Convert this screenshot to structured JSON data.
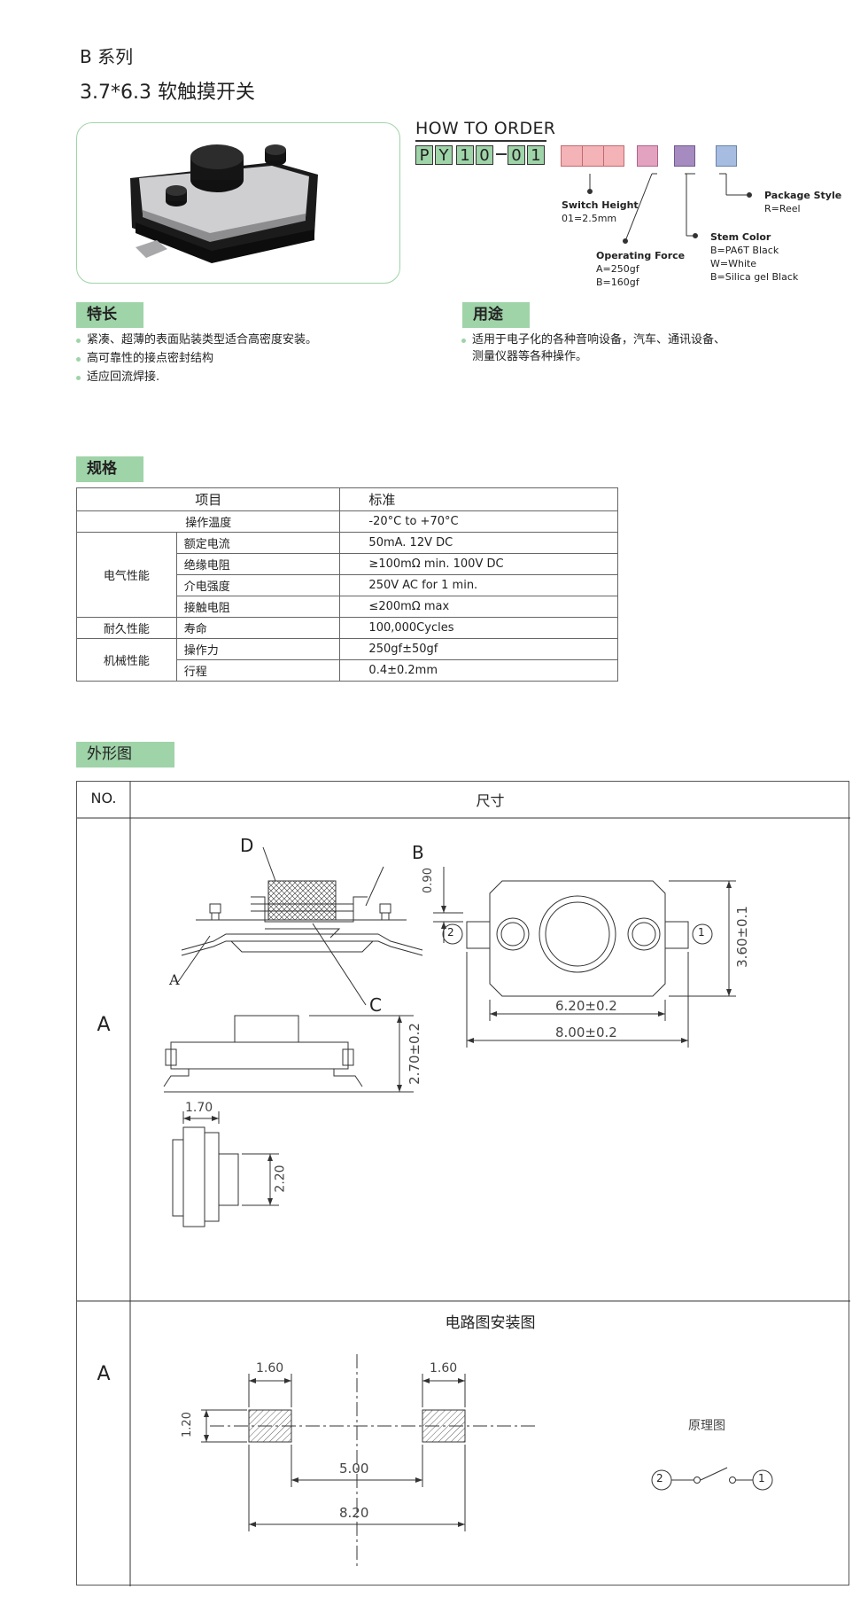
{
  "header": {
    "series": "B 系列",
    "title": "3.7*6.3 软触摸开关"
  },
  "how_to_order": {
    "title": "HOW TO ORDER",
    "code": [
      "P",
      "Y",
      "1",
      "0",
      "0",
      "1"
    ],
    "swatch_colors": {
      "height": "#f4b3b6",
      "force": "#e4a2c1",
      "stem": "#a58bc0",
      "package": "#a6bde1"
    },
    "switch_height": {
      "title": "Switch Height",
      "values": [
        "01=2.5mm"
      ]
    },
    "operating_force": {
      "title": "Operating Force",
      "values": [
        "A=250gf",
        "B=160gf"
      ]
    },
    "stem_color": {
      "title": "Stem Color",
      "values": [
        "B=PA6T Black",
        "W=White",
        "B=Silica gel Black"
      ]
    },
    "package_style": {
      "title": "Package Style",
      "values": [
        "R=Reel"
      ]
    }
  },
  "features": {
    "title": "特长",
    "items": [
      "紧凑、超薄的表面贴装类型适合高密度安装。",
      "高可靠性的接点密封结构",
      "适应回流焊接."
    ]
  },
  "usage": {
    "title": "用途",
    "items": [
      "适用于电子化的各种音响设备，汽车、通讯设备、",
      "测量仪器等各种操作。"
    ]
  },
  "spec": {
    "title": "规格",
    "col_item": "项目",
    "col_std": "标准",
    "op_temp": {
      "label": "操作温度",
      "value": "-20°C to +70°C"
    },
    "electrical": {
      "group": "电气性能",
      "rows": [
        {
          "label": "额定电流",
          "value": "50mA. 12V DC"
        },
        {
          "label": "绝缘电阻",
          "value": "≥100mΩ min. 100V DC"
        },
        {
          "label": "介电强度",
          "value": "250V AC for 1 min."
        },
        {
          "label": "接触电阻",
          "value": "≤200mΩ max"
        }
      ]
    },
    "durability": {
      "group": "耐久性能",
      "rows": [
        {
          "label": "寿命",
          "value": "100,000Cycles"
        }
      ]
    },
    "mechanical": {
      "group": "机械性能",
      "rows": [
        {
          "label": "操作力",
          "value": "250gf±50gf"
        },
        {
          "label": "行程",
          "value": "0.4±0.2mm"
        }
      ]
    }
  },
  "outline": {
    "title": "外形图",
    "col_no": "NO.",
    "col_size": "尺寸",
    "row1_no": "A",
    "row2_no": "A",
    "row2_title": "电路图安装图",
    "labels": {
      "d": "D",
      "b": "B",
      "a": "A",
      "c": "C"
    },
    "dims": {
      "h090": "0.90",
      "w620": "6.20±0.2",
      "w800": "8.00±0.2",
      "h360": "3.60±0.1",
      "h270": "2.70±0.2",
      "w170": "1.70",
      "h220": "2.20",
      "p160a": "1.60",
      "p160b": "1.60",
      "p120": "1.20",
      "p500": "5.00",
      "p820": "8.20"
    },
    "pins": {
      "p1": "1",
      "p2": "2"
    },
    "schematic_title": "原理图"
  }
}
